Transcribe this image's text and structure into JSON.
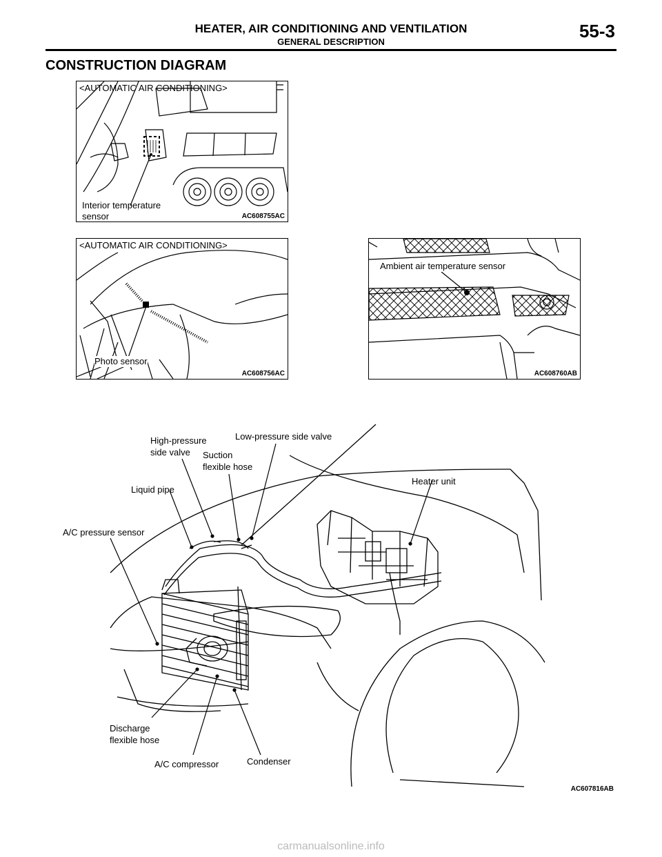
{
  "header": {
    "title": "HEATER, AIR CONDITIONING AND VENTILATION",
    "subtitle": "GENERAL DESCRIPTION",
    "page": "55-3"
  },
  "section_title": "CONSTRUCTION DIAGRAM",
  "figures": {
    "interior": {
      "heading": "<AUTOMATIC AIR CONDITIONING>",
      "label": "Interior temperature\nsensor",
      "code": "AC608755AC"
    },
    "photo": {
      "heading": "<AUTOMATIC AIR CONDITIONING>",
      "label": "Photo sensor",
      "code": "AC608756AC"
    },
    "ambient": {
      "label": "Ambient air temperature sensor",
      "code": "AC608760AB"
    },
    "main": {
      "labels": {
        "high_pressure_valve": "High-pressure\nside valve",
        "low_pressure_valve": "Low-pressure side valve",
        "suction_hose": "Suction\nflexible hose",
        "liquid_pipe": "Liquid pipe",
        "heater_unit": "Heater unit",
        "pressure_sensor": "A/C pressure sensor",
        "discharge_hose": "Discharge\nflexible hose",
        "compressor": "A/C compressor",
        "condenser": "Condenser"
      },
      "code": "AC607816AB"
    }
  },
  "footer": "carmanualsonline.info"
}
